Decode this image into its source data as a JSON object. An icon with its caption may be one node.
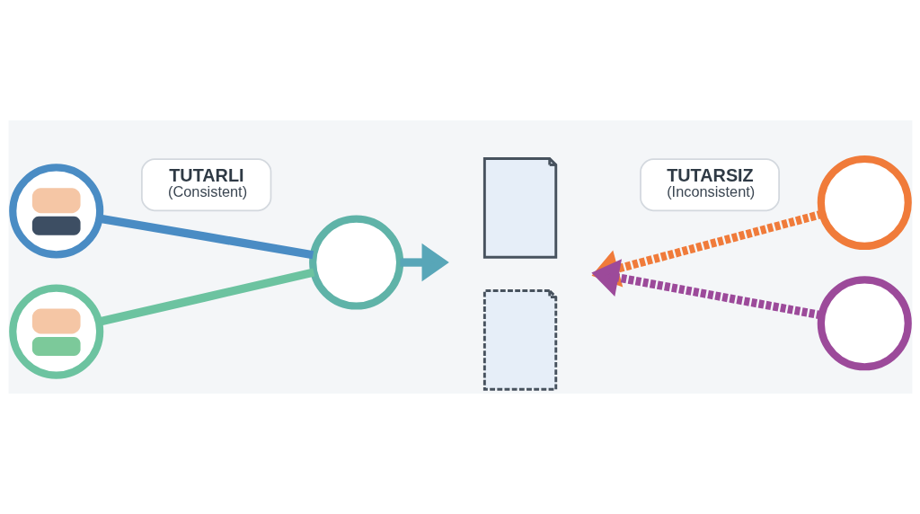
{
  "diagram": {
    "nodes": [
      {
        "text": [
          "TUTARLI",
          "(Consistent)"
        ]
      },
      {
        "text": [],
        "shape": "person"
      },
      {
        "text": [],
        "shape": "person"
      },
      {
        "text": [],
        "shape": "circle"
      },
      {
        "text": [],
        "shape": "document"
      },
      {
        "text": [],
        "shape": "document"
      },
      {
        "text": [
          "TUTARSIZ",
          "(Inconsistent)"
        ]
      },
      {
        "text": [],
        "shape": "circle"
      },
      {
        "text": [],
        "shape": "circle"
      }
    ],
    "edges": [
      {
        "from": 1,
        "to": 3,
        "arrow": "none",
        "color": "#4a8cc4"
      },
      {
        "from": 2,
        "to": 3,
        "arrow": "none",
        "color": "#6cc3a0"
      },
      {
        "from": 3,
        "to": null,
        "arrow": "to",
        "color": "#58a6b8"
      },
      {
        "from": 7,
        "to": null,
        "arrow": "to",
        "style": "dashed",
        "color": "#f07b3a"
      },
      {
        "from": 8,
        "to": null,
        "arrow": "to",
        "style": "dashed",
        "color": "#9c4a9a"
      }
    ]
  }
}
